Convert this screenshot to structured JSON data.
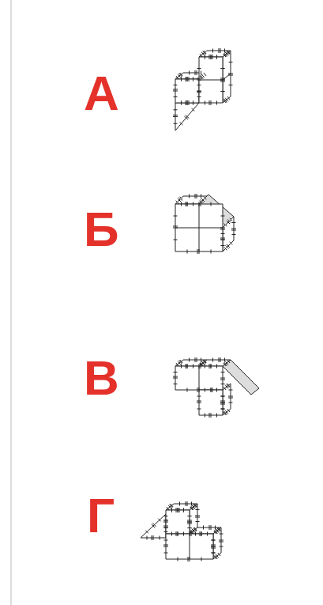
{
  "diagram": {
    "labels": [
      "А",
      "Б",
      "В",
      "Г"
    ]
  }
}
